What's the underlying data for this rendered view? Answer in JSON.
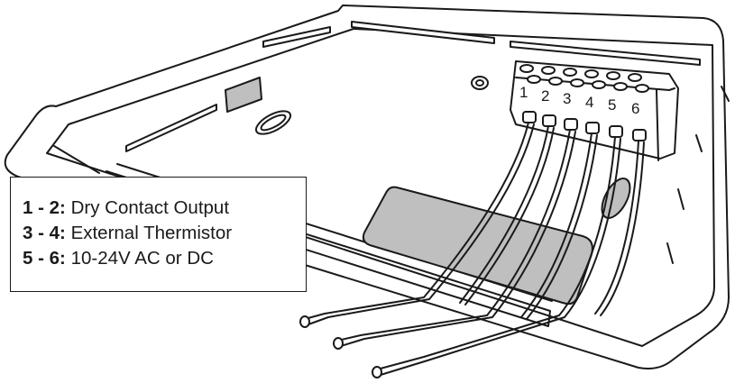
{
  "terminal_numbers": [
    "1",
    "2",
    "3",
    "4",
    "5",
    "6"
  ],
  "legend": [
    {
      "pins": "1 - 2:",
      "description": "Dry Contact Output"
    },
    {
      "pins": "3 - 4:",
      "description": "External Thermistor"
    },
    {
      "pins": "5 - 6:",
      "description": "10-24V AC or DC"
    }
  ],
  "colors": {
    "line": "#1a1a1a",
    "shaded_panel": "#bfbfbf",
    "background": "#ffffff"
  }
}
